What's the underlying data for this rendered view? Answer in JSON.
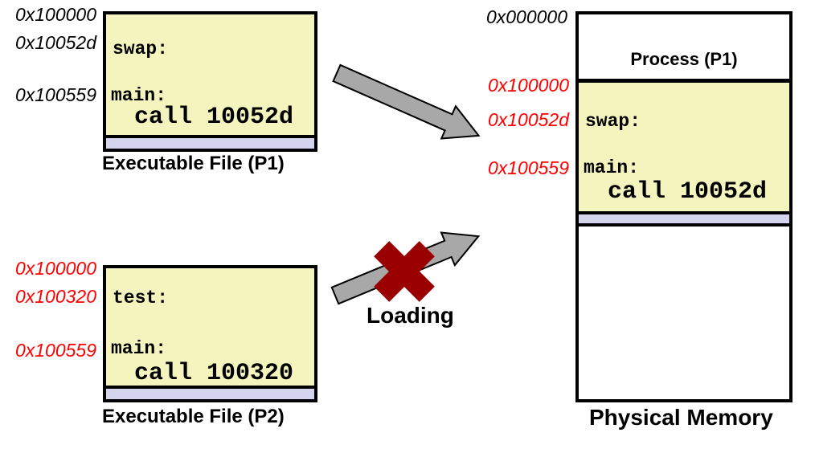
{
  "colors": {
    "box_fill": "#f4f4be",
    "strip_fill": "#d4d4ee",
    "arrow_fill": "#a8a8a8",
    "cross_fill": "#9b0000",
    "address_red": "#ff0000",
    "line_black": "#000000"
  },
  "p1": {
    "addresses": [
      "0x100000",
      "0x10052d",
      "0x100559"
    ],
    "code": [
      "swap:",
      "main:",
      "call 10052d"
    ],
    "label": "Executable File (P1)"
  },
  "p2": {
    "addresses": [
      "0x100000",
      "0x100320",
      "0x100559"
    ],
    "code": [
      "test:",
      "main:",
      "call 100320"
    ],
    "label": "Executable File (P2)"
  },
  "memory": {
    "base_address": "0x000000",
    "addresses": [
      "0x100000",
      "0x10052d",
      "0x100559"
    ],
    "process_label": "Process (P1)",
    "code": [
      "swap:",
      "main:",
      "call 10052d"
    ],
    "label": "Physical Memory"
  },
  "loading": {
    "label": "Loading"
  },
  "icons": {
    "arrow_p1": "block-arrow-down-right",
    "arrow_p2": "block-arrow-up-right",
    "cross": "red-x-cross"
  }
}
